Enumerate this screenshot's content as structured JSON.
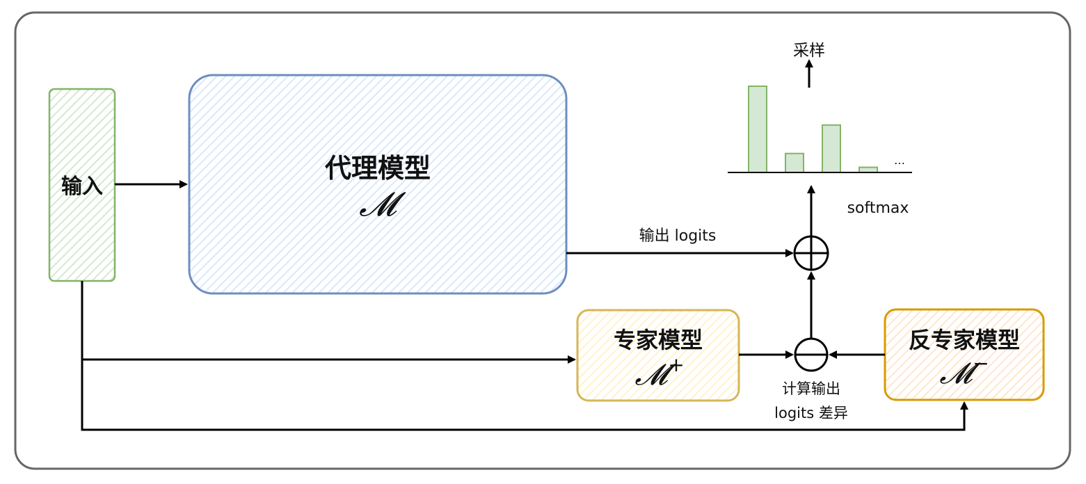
{
  "nodes": {
    "input": {
      "label": "输入",
      "fill": "#d5e8d4",
      "stroke": "#82b366"
    },
    "proxy": {
      "label": "代理模型",
      "symbol": "𝓜",
      "fill": "#dae8fc",
      "stroke": "#6c8ebf"
    },
    "expert": {
      "label": "专家模型",
      "symbol": "𝓜",
      "sup": "+",
      "fill": "#fff2cc",
      "stroke": "#d6b656"
    },
    "antiexpert": {
      "label": "反专家模型",
      "symbol": "𝓜",
      "sup": "−",
      "fill": "#ffe6cc",
      "stroke": "#d79b00"
    }
  },
  "edge_labels": {
    "proxy_logits": "输出 logits",
    "diff_line1": "计算输出",
    "diff_line2": "logits 差异",
    "softmax": "softmax",
    "sample": "采样"
  },
  "histogram": {
    "values": [
      1.0,
      0.22,
      0.55,
      0.06
    ],
    "ellipsis": "…",
    "bar_fill": "#d5e8d4",
    "bar_stroke": "#82b366"
  }
}
